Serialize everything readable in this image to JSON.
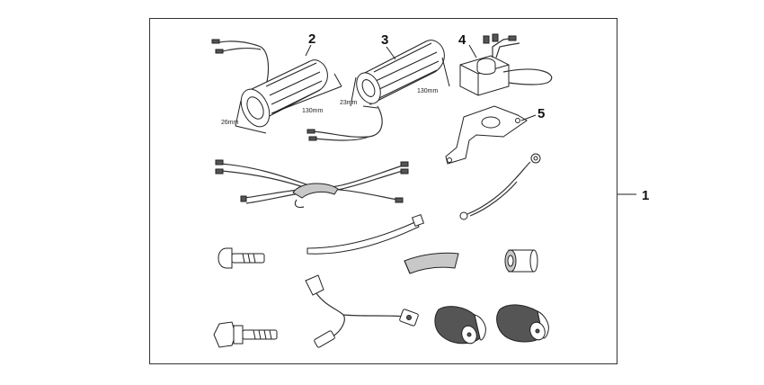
{
  "callouts": {
    "grip_left": "2",
    "grip_right": "3",
    "switch_unit": "4",
    "bracket": "5",
    "kit": "1"
  },
  "dimensions": {
    "grip_left_diameter": "26mm",
    "grip_left_length": "130mm",
    "grip_right_diameter": "23mm",
    "grip_right_length": "130mm"
  }
}
